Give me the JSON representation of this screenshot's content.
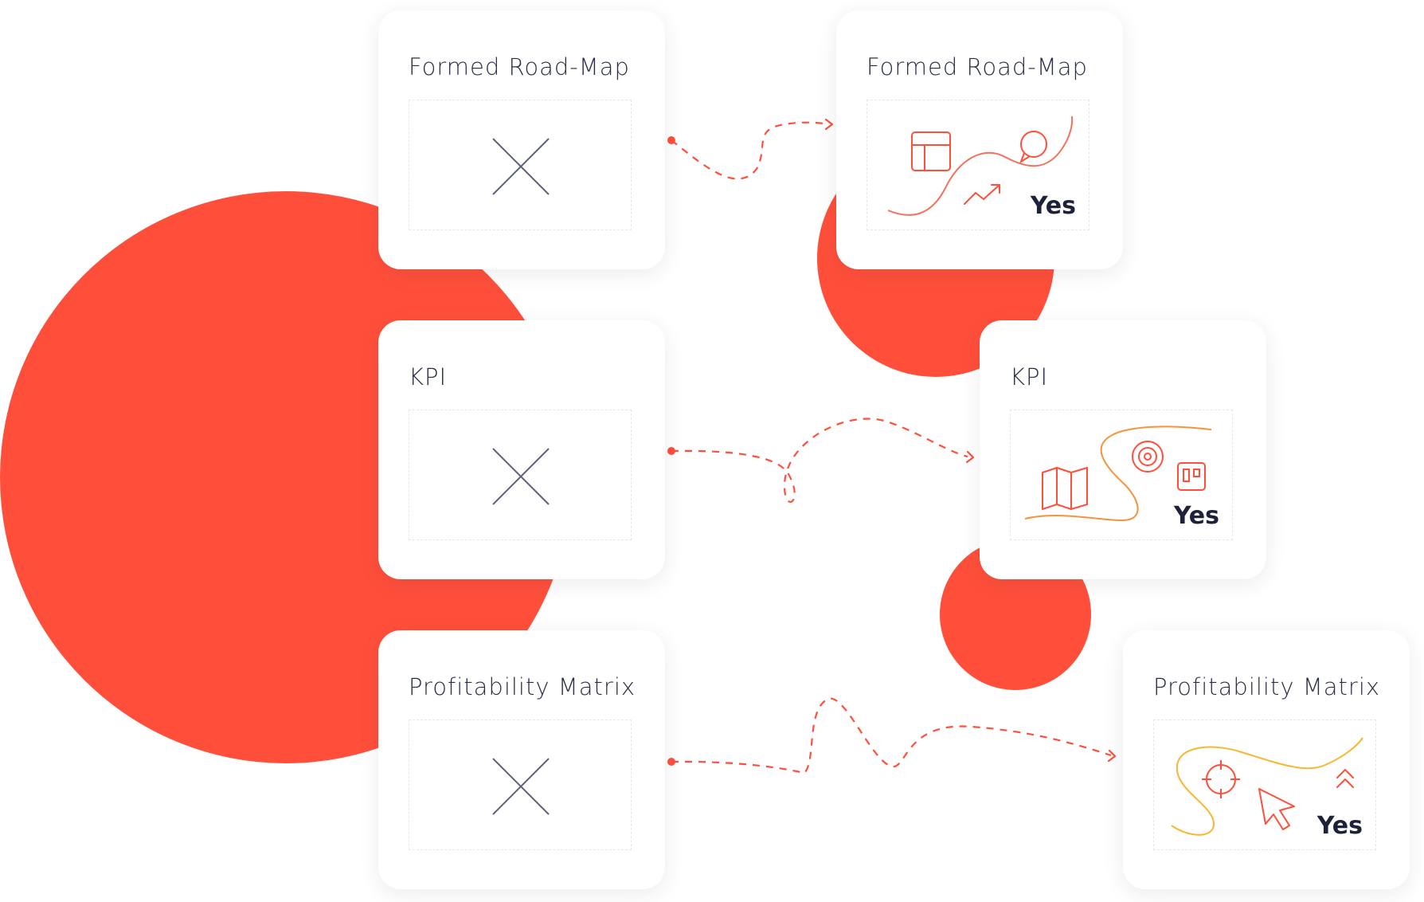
{
  "colors": {
    "accent": "#FF4F3B",
    "orange": "#F7933A",
    "yellow": "#F9B62F",
    "ink": "#2B2F45",
    "bold_ink": "#1E2238",
    "cross": "#5C6178"
  },
  "before_cards": [
    {
      "title": "Formed Road-Map",
      "icon": "cross-icon"
    },
    {
      "title": "KPI",
      "icon": "cross-icon"
    },
    {
      "title": "Profitability Matrix",
      "icon": "cross-icon"
    }
  ],
  "after_cards": [
    {
      "title": "Formed Road-Map",
      "status": "Yes",
      "icons": [
        "table-icon",
        "chat-bubble-icon",
        "trend-up-arrow-icon"
      ]
    },
    {
      "title": "KPI",
      "status": "Yes",
      "icons": [
        "map-icon",
        "target-icon",
        "board-icon"
      ]
    },
    {
      "title": "Profitability Matrix",
      "status": "Yes",
      "icons": [
        "crosshair-icon",
        "cursor-arrow-icon",
        "chevrons-up-icon"
      ]
    }
  ]
}
